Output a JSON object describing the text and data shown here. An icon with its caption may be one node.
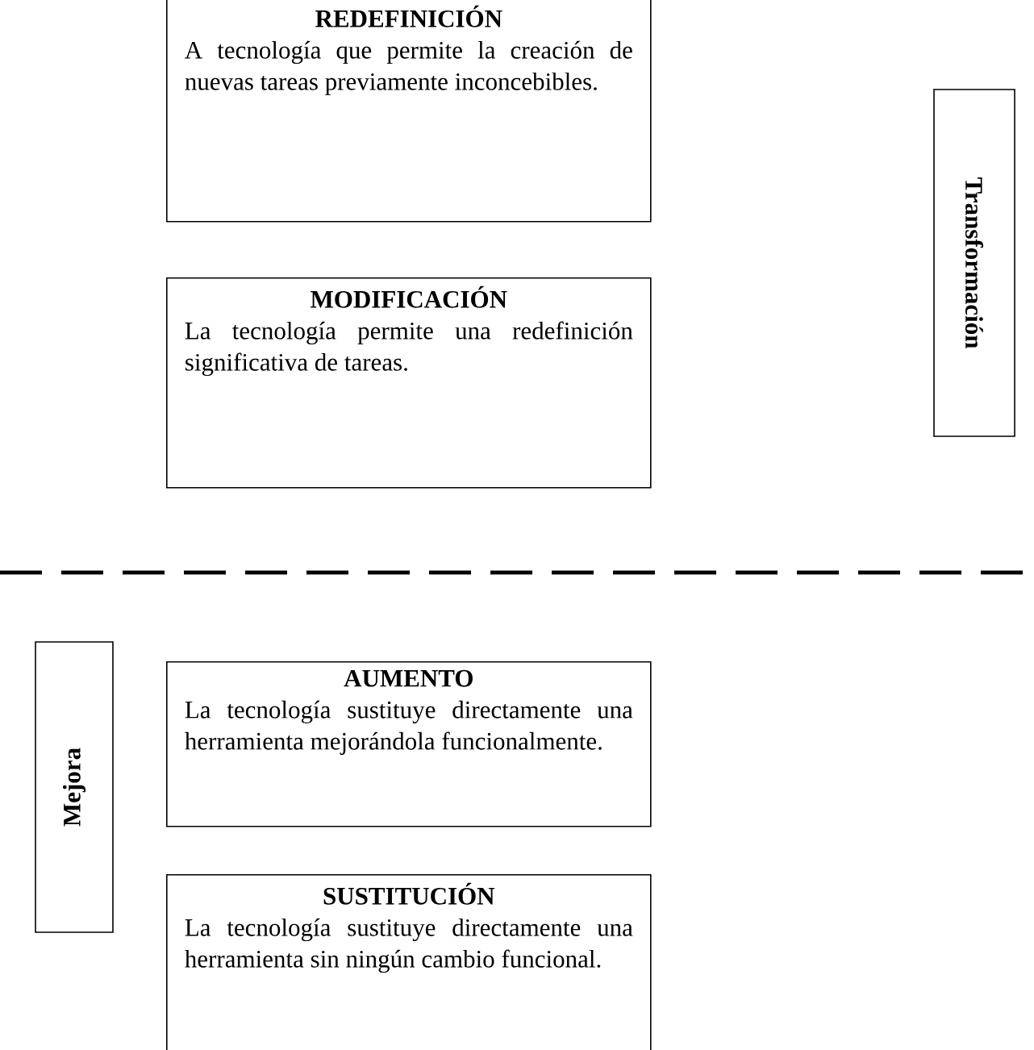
{
  "diagram": {
    "nodes": [
      {
        "text": [
          "REDEFINICIÓN",
          "A tecnología que permite la creación de nuevas tareas previamente inconcebibles."
        ]
      },
      {
        "text": [
          "MODIFICACIÓN",
          "La tecnología permite una redefinición significativa de tareas."
        ]
      },
      {
        "text": [
          "Transformación"
        ]
      },
      {
        "text": [
          "AUMENTO",
          "La tecnología sustituye directamente una herramienta mejorándola funcionalmente."
        ]
      },
      {
        "text": [
          "SUSTITUCIÓN",
          "La tecnología sustituye directamente una herramienta sin ningún cambio funcional."
        ]
      },
      {
        "text": [
          "Mejora"
        ]
      }
    ]
  }
}
